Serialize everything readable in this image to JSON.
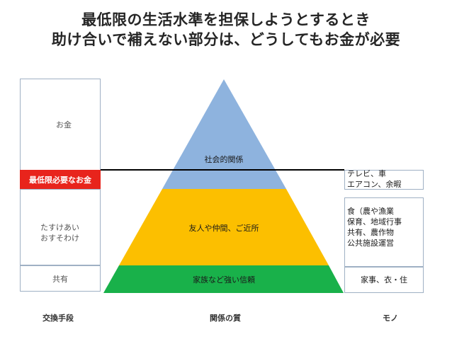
{
  "title": {
    "line1": "最低限の生活水準を担保しようとするとき",
    "line2": "助け合いで補えない部分は、どうしてもお金が必要"
  },
  "left_column": {
    "money": "お金",
    "minimum_money": "最低限必要なお金",
    "mutual_help_line1": "たすけあい",
    "mutual_help_line2": "おすそわけ",
    "sharing": "共有"
  },
  "pyramid": {
    "top": "社会的関係",
    "middle": "友人や仲間、ご近所",
    "bottom": "家族など強い信頼",
    "colors": {
      "top": "#8eb3de",
      "middle": "#fcbf00",
      "bottom": "#19b14a"
    }
  },
  "right_column": {
    "tv_line1": "テレビ、車",
    "tv_line2": "エアコン、余暇",
    "food_line1": "食（農や漁業",
    "food_line2": "保育、地域行事",
    "food_line3": "共有、農作物",
    "food_line4": "公共施設運営",
    "house": "家事、衣・住"
  },
  "bottom_labels": {
    "exchange": "交換手段",
    "quality": "関係の質",
    "goods": "モノ"
  },
  "accent_red": "#e8241c"
}
